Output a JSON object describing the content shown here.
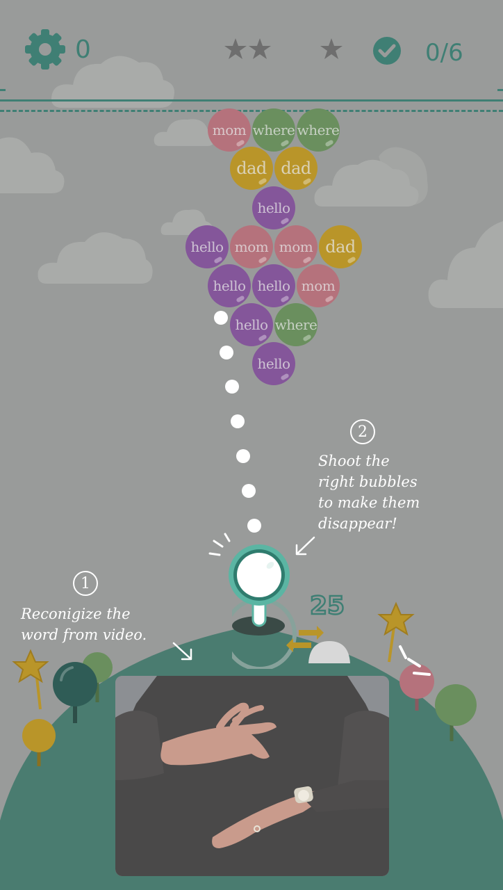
{
  "hud": {
    "score": "0",
    "progress": "0/6",
    "icons": [
      "gear-icon",
      "two-star-icon",
      "one-star-icon",
      "check-circle-icon"
    ],
    "colors": {
      "accent": "#3f7f74",
      "star": "#6e6e6e"
    }
  },
  "bubbles": [
    {
      "word": "mom",
      "color": "pink"
    },
    {
      "word": "where",
      "color": "green"
    },
    {
      "word": "where",
      "color": "green"
    },
    {
      "word": "dad",
      "color": "yellow"
    },
    {
      "word": "dad",
      "color": "yellow"
    },
    {
      "word": "hello",
      "color": "purple"
    },
    {
      "word": "hello",
      "color": "purple"
    },
    {
      "word": "mom",
      "color": "pink"
    },
    {
      "word": "mom",
      "color": "pink"
    },
    {
      "word": "dad",
      "color": "yellow"
    },
    {
      "word": "hello",
      "color": "purple"
    },
    {
      "word": "hello",
      "color": "purple"
    },
    {
      "word": "mom",
      "color": "pink"
    },
    {
      "word": "hello",
      "color": "purple"
    },
    {
      "word": "where",
      "color": "green"
    },
    {
      "word": "hello",
      "color": "purple"
    }
  ],
  "shooter": {
    "shots_left": "25"
  },
  "tutorial": {
    "step1_number": "1",
    "step1_line1": "Reconigize the",
    "step1_line2": "word from video.",
    "step2_number": "2",
    "step2_line1": "Shoot the",
    "step2_line2": "right bubbles",
    "step2_line3": "to make them",
    "step2_line4": "disappear!"
  }
}
